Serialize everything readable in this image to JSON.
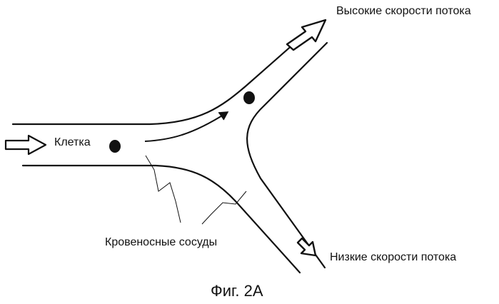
{
  "labels": {
    "cell": "Клетка",
    "high_flow": "Высокие скорости потока",
    "low_flow": "Низкие скорости потока",
    "vessels": "Кровеносные сосуды"
  },
  "caption": "Фиг. 2А",
  "colors": {
    "ink": "#111111",
    "background": "#ffffff"
  },
  "icons": [
    "inflow-arrow-icon",
    "high-flow-arrow-icon",
    "low-flow-arrow-icon",
    "flow-direction-arrow-icon"
  ]
}
